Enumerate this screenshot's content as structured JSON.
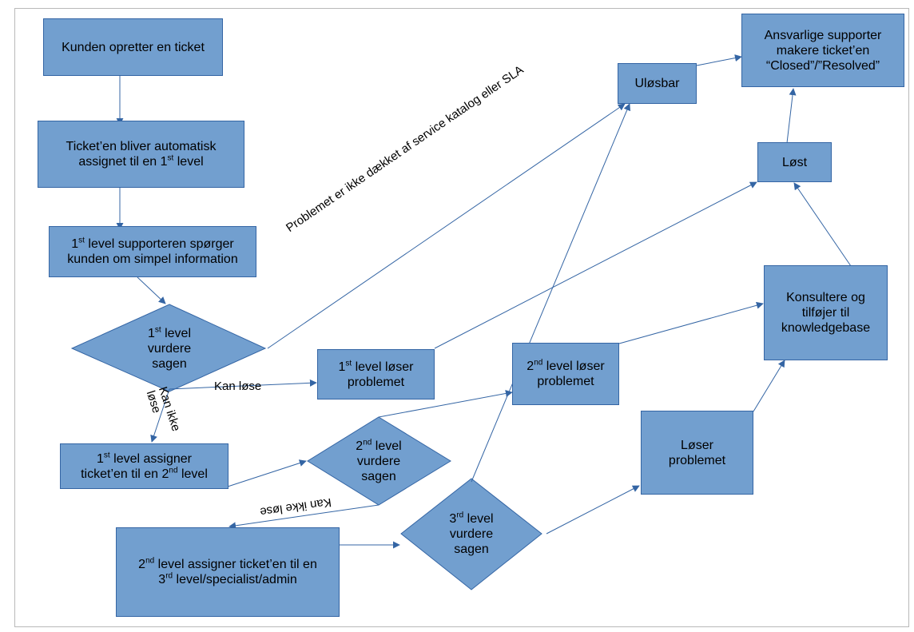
{
  "nodes": {
    "create_ticket": "Kunden opretter en ticket",
    "auto_assign": [
      "Ticket’en bliver automatisk",
      "assignet til en 1",
      "st",
      " level"
    ],
    "first_info": [
      "1",
      "st",
      " level supporteren spørger",
      "kunden om simpel information"
    ],
    "first_evaluate": [
      "1",
      "st",
      " level",
      "vurdere",
      "sagen"
    ],
    "first_solves": [
      "1",
      "st",
      " level løser",
      "problemet"
    ],
    "first_assign_second": [
      "1",
      "st",
      " level assigner",
      "ticket’en til en 2",
      "nd",
      " level"
    ],
    "second_evaluate": [
      "2",
      "nd",
      " level",
      "vurdere",
      "sagen"
    ],
    "second_solves": [
      "2",
      "nd",
      " level løser",
      "problemet"
    ],
    "second_assign_third": [
      "2",
      "nd",
      " level assigner ticket’en til en",
      "3",
      "rd",
      " level/specialist/admin"
    ],
    "third_evaluate": [
      "3",
      "rd",
      "  level",
      "vurdere",
      "sagen"
    ],
    "solves_problem": [
      "Løser",
      "problemet"
    ],
    "consult_kb": [
      "Konsultere og",
      "tilføjer til",
      "knowledgebase"
    ],
    "solved": "Løst",
    "unsolvable": "Uløsbar",
    "closed": [
      "Ansvarlige supporter",
      "makere ticket’en",
      "“Closed”/”Resolved”"
    ]
  },
  "edge_labels": {
    "not_covered": "Problemet er ikke dækket af service katalog eller SLA",
    "can_solve": "Kan løse",
    "cannot_solve_1": [
      "Kan ikke",
      "løse"
    ],
    "cannot_solve_2": "Kan ikke løse"
  },
  "colors": {
    "node_fill": "#729fcf",
    "node_border": "#3465a4",
    "edge": "#3465a4"
  }
}
